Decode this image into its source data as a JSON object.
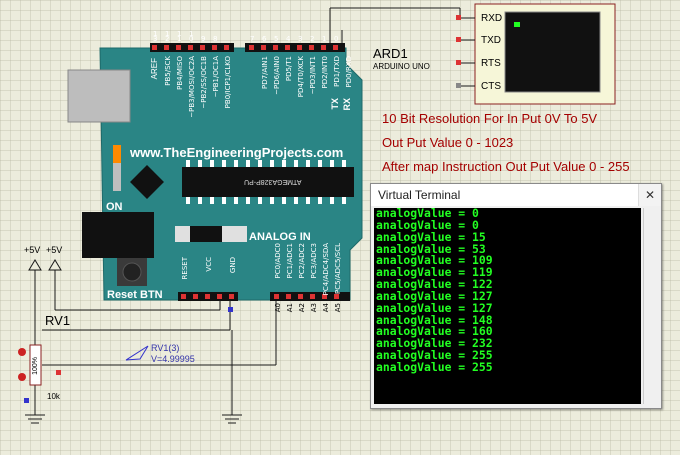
{
  "board": {
    "ref": "ARD1",
    "model": "ARDUINO UNO",
    "website": "www.TheEngineeringProjects.com",
    "chip_text": "ATMEGA328P-PU",
    "on_label": "ON",
    "reset_label": "Reset BTN",
    "analog_label": "ANALOG IN",
    "aref_label": "AREF",
    "top_pins": [
      "PB5/SCK",
      "PB4/MISO",
      "~PB3/MOSI/OC2A",
      "~PB2/SS/OC1B",
      "~PB1/OC1A",
      "PB0/ICP1/CLKO",
      "PD7/AIN1",
      "~PD6/AIN0",
      "PD5/T1",
      "PD4/T0/XCK",
      "~PD3/INT1",
      "PD2/INT0",
      "PD1/TXD",
      "PD0/RXD"
    ],
    "top_nums_a": [
      "1",
      "1",
      "1",
      "1",
      "",
      "",
      "",
      "",
      "",
      "",
      "",
      "",
      "",
      ""
    ],
    "top_nums_b": [
      "3",
      "2",
      "1",
      "0",
      "9",
      "8",
      "7",
      "6",
      "5",
      "4",
      "3",
      "2",
      "1",
      "0"
    ],
    "tx": "TX",
    "rx": "RX",
    "power_pins": [
      "RESET",
      "VCC",
      "GND"
    ],
    "analog_pins": [
      "PC0/ADC0",
      "PC1/ADC1",
      "PC2/ADC2",
      "PC3/ADC3",
      "PC4/ADC4/SDA",
      "PC5/ADC5/SCL"
    ],
    "analog_nums": [
      "A0",
      "A1",
      "A2",
      "A3",
      "A4",
      "A5"
    ]
  },
  "notes": {
    "line1": "10 Bit Resolution For In Put 0V To 5V",
    "line2": "Out Put Value 0 - 1023",
    "line3": "After map Instruction   Out Put Value 0 - 255"
  },
  "supply": {
    "label1": "+5V",
    "label2": "+5V"
  },
  "pot": {
    "ref": "RV1",
    "value": "10k",
    "body": "100%",
    "probe_name": "RV1(3)",
    "probe_value": "V=4.99995"
  },
  "vterm_symbol": {
    "pins": [
      "RXD",
      "TXD",
      "RTS",
      "CTS"
    ]
  },
  "terminal": {
    "title": "Virtual Terminal",
    "close": "✕",
    "lines": [
      "analogValue = 0",
      "analogValue = 0",
      "analogValue = 15",
      "analogValue = 53",
      "analogValue = 109",
      "analogValue = 119",
      "analogValue = 122",
      "analogValue = 127",
      "analogValue = 127",
      "analogValue = 148",
      "analogValue = 160",
      "analogValue = 232",
      "analogValue = 255",
      "analogValue = 255"
    ]
  },
  "colors": {
    "board": "#2a8585",
    "wire": "#1a1a1a",
    "annotation": "#a40000",
    "terminal_text": "#22ff22"
  }
}
